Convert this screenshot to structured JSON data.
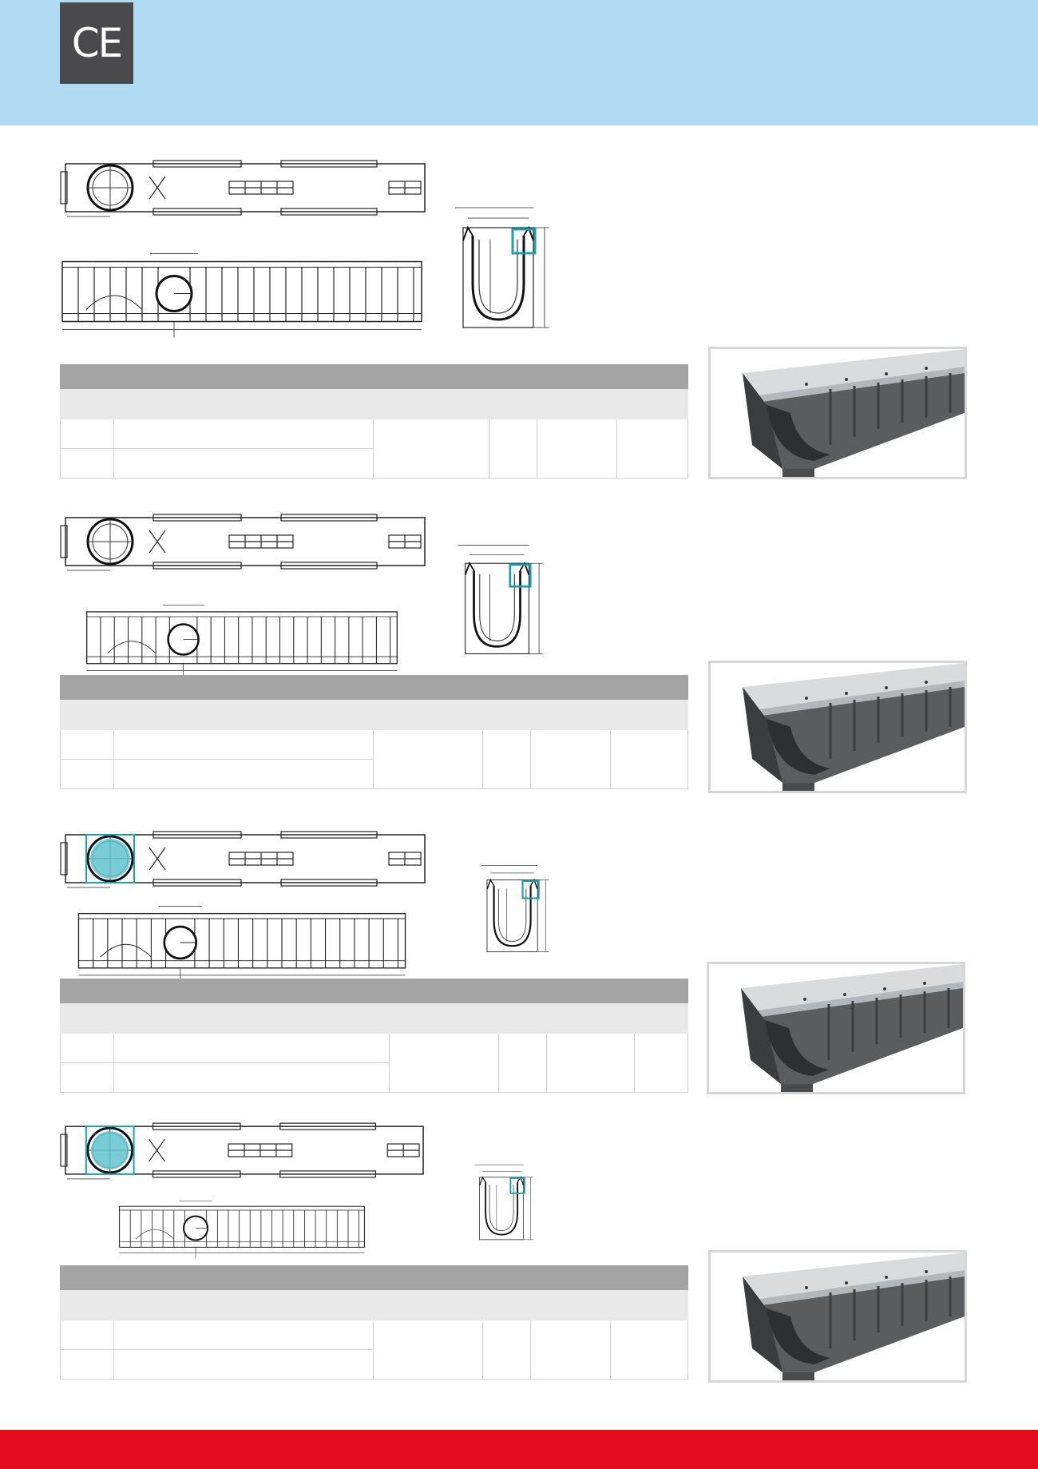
{
  "header": {
    "background_color": "#b0dcf3",
    "mark_icon": "ce-mark-icon",
    "mark_text": "CE",
    "mark_color": "#4a4a4c"
  },
  "footer": {
    "color": "#e30c1d"
  },
  "accent_color": "#1aa1b1",
  "products": [
    {
      "id": "product-1",
      "highlight_outlet": false,
      "photo_icon": "drainage-channel-photo"
    },
    {
      "id": "product-2",
      "highlight_outlet": false,
      "photo_icon": "drainage-channel-photo"
    },
    {
      "id": "product-3",
      "highlight_outlet": true,
      "photo_icon": "drainage-channel-photo"
    },
    {
      "id": "product-4",
      "highlight_outlet": true,
      "photo_icon": "drainage-channel-photo"
    }
  ]
}
